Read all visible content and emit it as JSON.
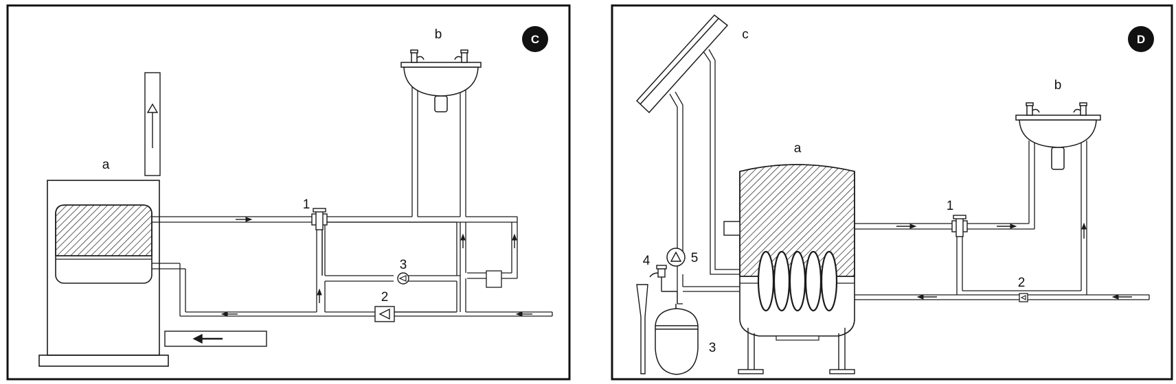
{
  "colors": {
    "ink": "#1a1a1a",
    "background": "#ffffff",
    "badge": "#111111",
    "badge_text": "#ffffff"
  },
  "panel_c": {
    "badge": "C",
    "label_tank": "a",
    "label_sink": "b",
    "label_mixing_valve": "1",
    "label_check_valve": "2",
    "label_pump": "3"
  },
  "panel_d": {
    "badge": "D",
    "label_tank": "a",
    "label_sink": "b",
    "label_collector": "c",
    "label_mixing_valve": "1",
    "label_check_valve": "2",
    "label_expansion_vessel": "3",
    "label_safety_valve": "4",
    "label_pump": "5"
  }
}
